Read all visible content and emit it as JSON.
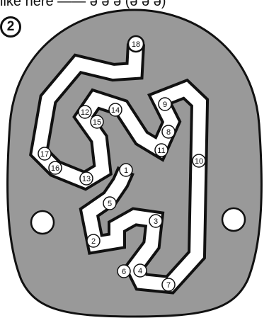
{
  "header": {
    "caption": "like here —— ə ə ə (ə ə ə)",
    "step_number": "2"
  },
  "plate": {
    "fill_color": "#999999",
    "outline_color": "#111111",
    "path_fill_color": "#ffffff"
  },
  "markers": [
    {
      "id": 1,
      "label": "1"
    },
    {
      "id": 2,
      "label": "2"
    },
    {
      "id": 3,
      "label": "3"
    },
    {
      "id": 4,
      "label": "4"
    },
    {
      "id": 5,
      "label": "5"
    },
    {
      "id": 6,
      "label": "6"
    },
    {
      "id": 7,
      "label": "7"
    },
    {
      "id": 8,
      "label": "8"
    },
    {
      "id": 9,
      "label": "9"
    },
    {
      "id": 10,
      "label": "10"
    },
    {
      "id": 11,
      "label": "11"
    },
    {
      "id": 12,
      "label": "12"
    },
    {
      "id": 13,
      "label": "13"
    },
    {
      "id": 14,
      "label": "14"
    },
    {
      "id": 15,
      "label": "15"
    },
    {
      "id": 16,
      "label": "16"
    },
    {
      "id": 17,
      "label": "17"
    },
    {
      "id": 18,
      "label": "18"
    }
  ],
  "mounting_holes": [
    "left-hole",
    "right-hole"
  ]
}
